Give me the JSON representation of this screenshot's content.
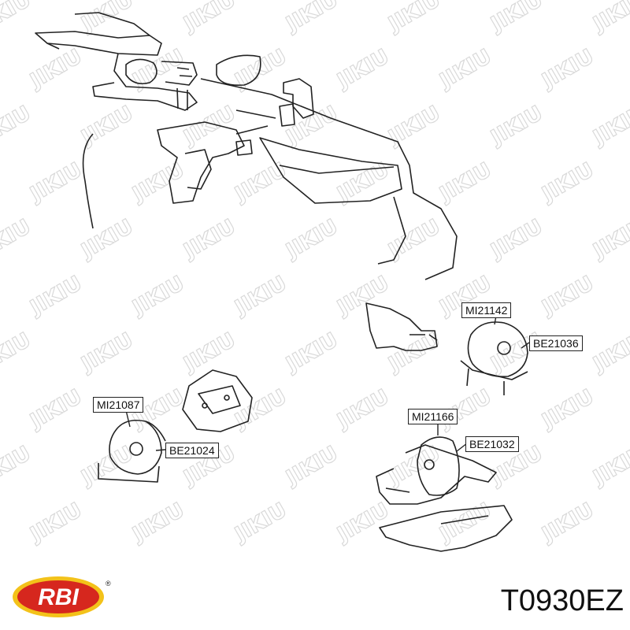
{
  "callouts": [
    {
      "id": "c1",
      "text": "MI21142"
    },
    {
      "id": "c2",
      "text": "BE21036"
    },
    {
      "id": "c3",
      "text": "MI21087"
    },
    {
      "id": "c4",
      "text": "BE21024"
    },
    {
      "id": "c5",
      "text": "MI21166"
    },
    {
      "id": "c6",
      "text": "BE21032"
    }
  ],
  "brand": {
    "logo_text": "RBI",
    "trademark": "®"
  },
  "part_number": "T0930EZ",
  "watermark_text": "JIKIU",
  "colors": {
    "line": "#222222",
    "watermark": "#d9d9d9",
    "logo_red": "#d6271e",
    "logo_yellow": "#f3c21a"
  }
}
